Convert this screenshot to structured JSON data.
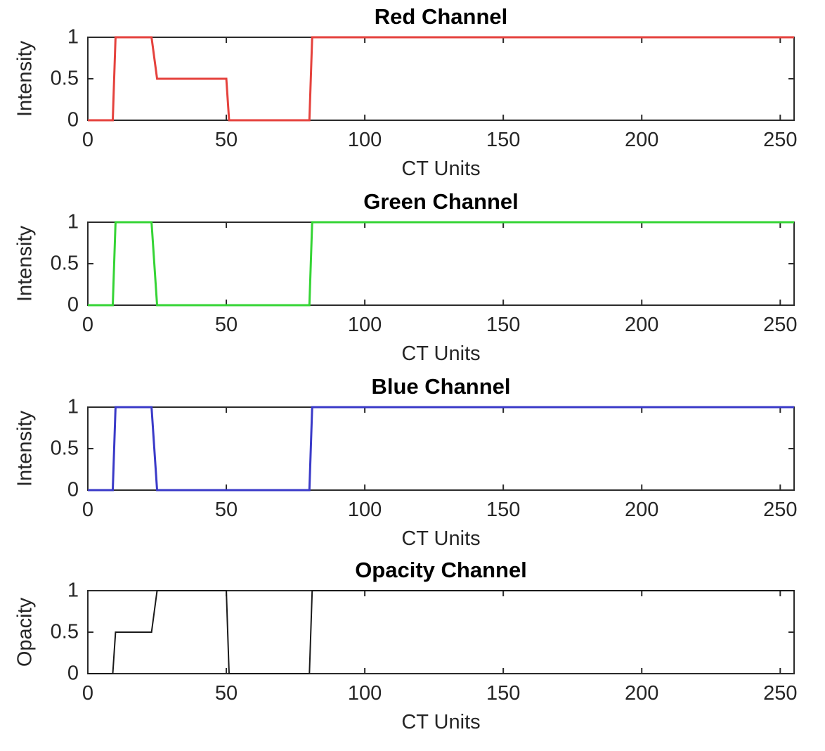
{
  "figure": {
    "background": "#ffffff"
  },
  "style": {
    "axis_color": "#2b2b2b",
    "title_color": "#000000",
    "label_color": "#262626",
    "tick_length": 8,
    "axis_line_width": 2
  },
  "chart_data": [
    {
      "type": "line",
      "title": "Red Channel",
      "xlabel": "CT Units",
      "ylabel": "Intensity",
      "line_color": "#e5423d",
      "line_width": 3,
      "xlim": [
        0,
        255
      ],
      "ylim": [
        0,
        1
      ],
      "xticks": [
        0,
        50,
        100,
        150,
        200,
        250
      ],
      "xtick_labels": [
        "0",
        "50",
        "100",
        "150",
        "200",
        "250"
      ],
      "yticks": [
        0,
        0.5,
        1
      ],
      "ytick_labels": [
        "0",
        "0.5",
        "1"
      ],
      "grid": false,
      "box": true,
      "points": [
        [
          0,
          0
        ],
        [
          9,
          0
        ],
        [
          10,
          1
        ],
        [
          23,
          1
        ],
        [
          25,
          0.5
        ],
        [
          50,
          0.5
        ],
        [
          51,
          0
        ],
        [
          80,
          0
        ],
        [
          81,
          1
        ],
        [
          255,
          1
        ]
      ]
    },
    {
      "type": "line",
      "title": "Green Channel",
      "xlabel": "CT Units",
      "ylabel": "Intensity",
      "line_color": "#35d435",
      "line_width": 3,
      "xlim": [
        0,
        255
      ],
      "ylim": [
        0,
        1
      ],
      "xticks": [
        0,
        50,
        100,
        150,
        200,
        250
      ],
      "xtick_labels": [
        "0",
        "50",
        "100",
        "150",
        "200",
        "250"
      ],
      "yticks": [
        0,
        0.5,
        1
      ],
      "ytick_labels": [
        "0",
        "0.5",
        "1"
      ],
      "grid": false,
      "box": true,
      "points": [
        [
          0,
          0
        ],
        [
          9,
          0
        ],
        [
          10,
          1
        ],
        [
          23,
          1
        ],
        [
          25,
          0
        ],
        [
          80,
          0
        ],
        [
          81,
          1
        ],
        [
          255,
          1
        ]
      ]
    },
    {
      "type": "line",
      "title": "Blue Channel",
      "xlabel": "CT Units",
      "ylabel": "Intensity",
      "line_color": "#3a3ac8",
      "line_width": 3,
      "xlim": [
        0,
        255
      ],
      "ylim": [
        0,
        1
      ],
      "xticks": [
        0,
        50,
        100,
        150,
        200,
        250
      ],
      "xtick_labels": [
        "0",
        "50",
        "100",
        "150",
        "200",
        "250"
      ],
      "yticks": [
        0,
        0.5,
        1
      ],
      "ytick_labels": [
        "0",
        "0.5",
        "1"
      ],
      "grid": false,
      "box": true,
      "points": [
        [
          0,
          0
        ],
        [
          9,
          0
        ],
        [
          10,
          1
        ],
        [
          23,
          1
        ],
        [
          25,
          0
        ],
        [
          80,
          0
        ],
        [
          81,
          1
        ],
        [
          255,
          1
        ]
      ]
    },
    {
      "type": "line",
      "title": "Opacity Channel",
      "xlabel": "CT Units",
      "ylabel": "Opacity",
      "line_color": "#1a1a1a",
      "line_width": 2,
      "xlim": [
        0,
        255
      ],
      "ylim": [
        0,
        1
      ],
      "xticks": [
        0,
        50,
        100,
        150,
        200,
        250
      ],
      "xtick_labels": [
        "0",
        "50",
        "100",
        "150",
        "200",
        "250"
      ],
      "yticks": [
        0,
        0.5,
        1
      ],
      "ytick_labels": [
        "0",
        "0.5",
        "1"
      ],
      "grid": false,
      "box": true,
      "points": [
        [
          0,
          0
        ],
        [
          9,
          0
        ],
        [
          10,
          0.5
        ],
        [
          23,
          0.5
        ],
        [
          25,
          1
        ],
        [
          50,
          1
        ],
        [
          51,
          0
        ],
        [
          80,
          0
        ],
        [
          81,
          1
        ],
        [
          255,
          1
        ]
      ]
    }
  ]
}
